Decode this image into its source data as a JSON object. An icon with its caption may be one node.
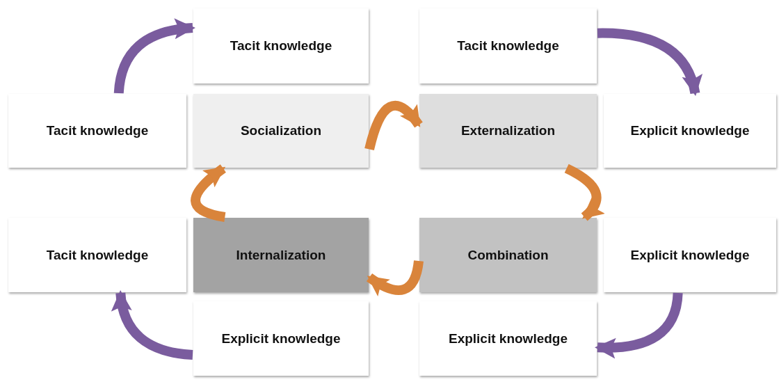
{
  "diagram": {
    "nodes": [
      {
        "text": [
          "Tacit knowledge"
        ]
      },
      {
        "text": [
          "Tacit knowledge"
        ]
      },
      {
        "text": [
          "Tacit knowledge"
        ]
      },
      {
        "text": [
          "Socialization"
        ]
      },
      {
        "text": [
          "Externalization"
        ]
      },
      {
        "text": [
          "Explicit knowledge"
        ]
      },
      {
        "text": [
          "Tacit knowledge"
        ]
      },
      {
        "text": [
          "Internalization"
        ]
      },
      {
        "text": [
          "Combination"
        ]
      },
      {
        "text": [
          "Explicit knowledge"
        ]
      },
      {
        "text": [
          "Explicit knowledge"
        ]
      },
      {
        "text": [
          "Explicit knowledge"
        ]
      }
    ],
    "edges": [
      {
        "from": 2,
        "to": 0,
        "arrow": "to",
        "color": "#7a5c9e"
      },
      {
        "from": 1,
        "to": 5,
        "arrow": "to",
        "color": "#7a5c9e"
      },
      {
        "from": 9,
        "to": 11,
        "arrow": "to",
        "color": "#7a5c9e"
      },
      {
        "from": 10,
        "to": 6,
        "arrow": "to",
        "color": "#7a5c9e"
      },
      {
        "from": 3,
        "to": 4,
        "arrow": "to",
        "color": "#d9843b"
      },
      {
        "from": 4,
        "to": 8,
        "arrow": "to",
        "color": "#d9843b"
      },
      {
        "from": 8,
        "to": 7,
        "arrow": "to",
        "color": "#d9843b"
      },
      {
        "from": 7,
        "to": 3,
        "arrow": "to",
        "color": "#d9843b"
      }
    ]
  }
}
